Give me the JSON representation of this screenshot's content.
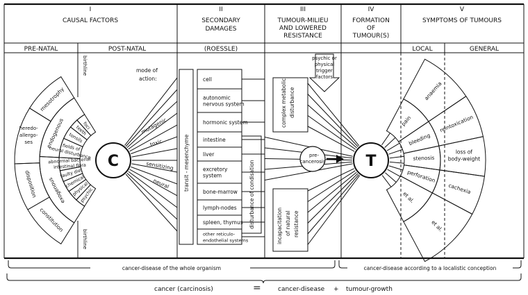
{
  "columns": [
    {
      "numeral": "I",
      "title": "CAUSAL FACTORS"
    },
    {
      "numeral": "II",
      "title_lines": [
        "SECONDARY",
        "DAMAGES"
      ],
      "sub": "(ROESSLE)"
    },
    {
      "numeral": "III",
      "title_lines": [
        "TUMOUR-MILIEU",
        "AND LOWERED",
        "RESISTANCE"
      ]
    },
    {
      "numeral": "IV",
      "title_lines": [
        "FORMATION",
        "OF",
        "TUMOUR(S)"
      ]
    },
    {
      "numeral": "V",
      "title": "SYMPTOMS OF TUMOURS"
    }
  ],
  "subheaders": {
    "prenatal": "PRE-NATAL",
    "postnatal": "POST-NATAL",
    "local": "LOCAL",
    "general": "GENERAL"
  },
  "labels": {
    "birthline_top": "birthline",
    "birthline_bottom": "birthline",
    "mode_of_action": [
      "mode of",
      "action:"
    ],
    "transit": "transit - mesenchyme",
    "condisation": "disturbance of condisation",
    "metabolic": [
      "complex metabolic",
      "disturbance"
    ],
    "incapacitation": [
      "incapacitation",
      "of natural",
      "resistance"
    ],
    "trigger": [
      "psychic or",
      "physical",
      "trigger",
      "factors"
    ],
    "precancerosis": [
      "pre-",
      "cancerosis"
    ]
  },
  "fan_left": {
    "outer": [
      "constitution",
      "disposition",
      "heredo-allergo-ses",
      "mesotrophy"
    ],
    "middle": [
      "endogenous",
      "exogenous"
    ],
    "inner": [
      "foci",
      "teeth",
      "tonsils",
      "fields of neural disturbance",
      "abnormal bacterial intestinal flora",
      "faulty diet",
      "chemical",
      "physical",
      "psychic"
    ]
  },
  "modes": [
    "mutagenic",
    "toxic",
    "sensitizing",
    "neural"
  ],
  "damages": [
    "cell",
    "autonomic nervous system",
    "hormonic system",
    "intestine",
    "liver",
    "excretory system",
    "bone-marrow",
    "lymph-nodes",
    "spleen, thymus",
    "other reticulo-endothelial systems"
  ],
  "symptoms_local": [
    "pain",
    "bleeding",
    "stenosis",
    "perforation",
    "et al."
  ],
  "symptoms_general": [
    "anaemia",
    "reintoxication",
    "loss of body-weight",
    "cachexia",
    "et al."
  ],
  "hubs": {
    "causes": "C",
    "tumour": "T"
  },
  "bottom": {
    "whole": "cancer-disease of the whole organism",
    "localistic": "cancer-disease according to a localistic conception",
    "eq_cancer": "cancer (carcinosis)",
    "eq_sign": "=",
    "eq_disease": "cancer-disease",
    "eq_plus": "+",
    "eq_growth": "tumour-growth"
  }
}
